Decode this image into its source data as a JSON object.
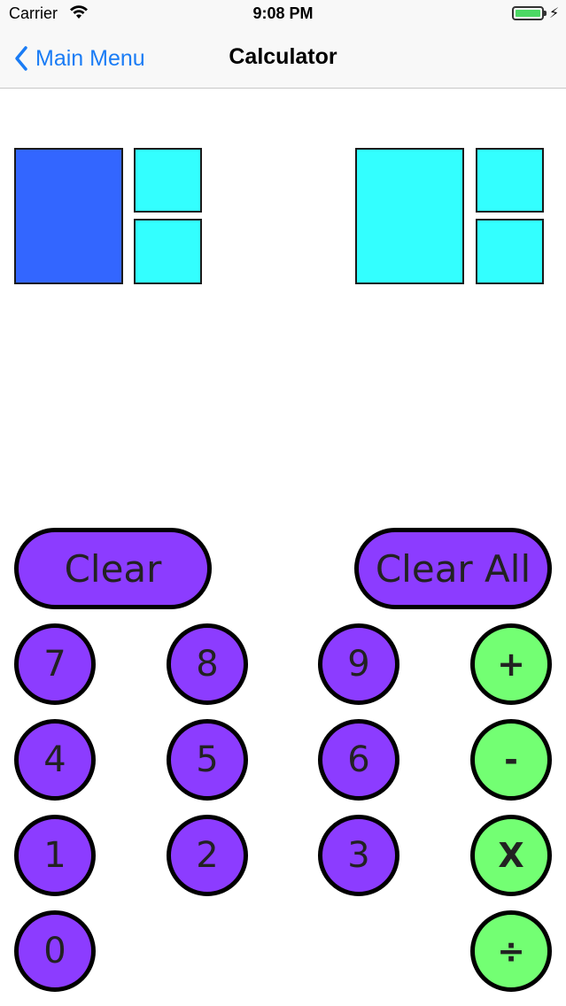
{
  "status_bar": {
    "carrier": "Carrier",
    "time": "9:08 PM",
    "battery_level": 1.0,
    "battery_color": "#4cd964",
    "wifi_icon": "wifi-icon",
    "charging_icon": "bolt-icon"
  },
  "nav": {
    "back_label": "Main Menu",
    "title": "Calculator",
    "accent": "#1a7cf5"
  },
  "blocks": {
    "left_number": {
      "tens_filled": 1,
      "ones_filled": 0
    },
    "right_number": {
      "tens_filled": 0,
      "ones_filled": 0
    },
    "filled_color": "#3366ff",
    "empty_color": "#33ffff"
  },
  "buttons": {
    "clear": "Clear",
    "clear_all": "Clear All",
    "digits": [
      "7",
      "8",
      "9",
      "4",
      "5",
      "6",
      "1",
      "2",
      "3",
      "0"
    ],
    "operators": [
      "+",
      "-",
      "X",
      "÷"
    ],
    "digit_color": "#8c3cff",
    "operator_color": "#73ff73"
  }
}
